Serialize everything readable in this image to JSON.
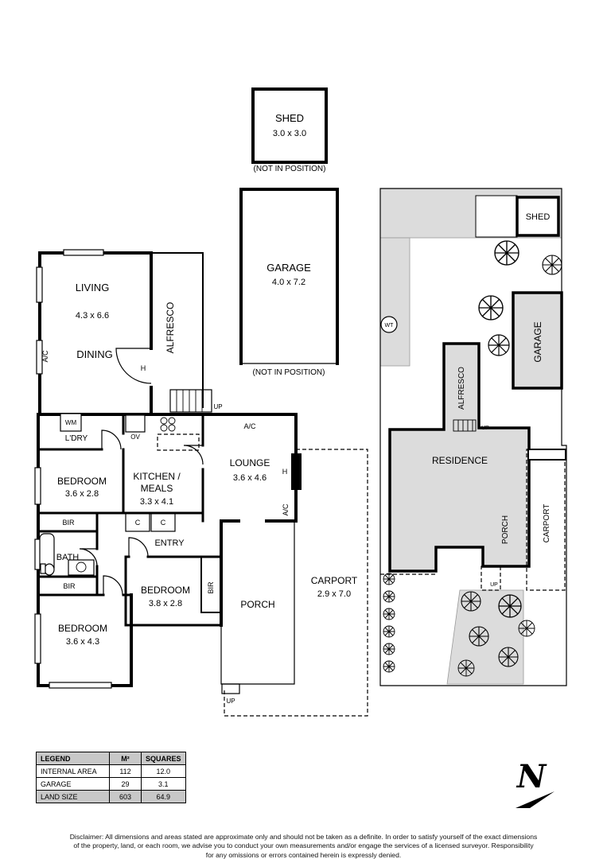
{
  "colors": {
    "wall": "#000000",
    "site_fill": "#dcdcdc",
    "legend_header_bg": "#c8c8c8"
  },
  "top_shed": {
    "label": "SHED",
    "dims": "3.0 x 3.0",
    "note": "(NOT IN POSITION)"
  },
  "top_garage": {
    "label": "GARAGE",
    "dims": "4.0 x 7.2",
    "note": "(NOT IN POSITION)"
  },
  "floorplan": {
    "living": {
      "label": "LIVING",
      "dims": "4.3 x 6.6"
    },
    "dining": {
      "label": "DINING"
    },
    "alfresco": {
      "label": "ALFRESCO"
    },
    "laundry": {
      "label": "L'DRY"
    },
    "wm": {
      "label": "WM"
    },
    "ov": {
      "label": "OV"
    },
    "up": {
      "label": "UP"
    },
    "ac": {
      "label": "A/C"
    },
    "h": {
      "label": "H"
    },
    "bedroom1": {
      "label": "BEDROOM",
      "dims": "3.6 x 2.8"
    },
    "kitchen": {
      "label_line1": "KITCHEN /",
      "label_line2": "MEALS",
      "dims": "3.3 x 4.1"
    },
    "lounge": {
      "label": "LOUNGE",
      "dims": "3.6 x 4.6"
    },
    "bir": {
      "label": "BIR"
    },
    "closet": {
      "label": "C"
    },
    "bath": {
      "label": "BATH"
    },
    "entry": {
      "label": "ENTRY"
    },
    "bedroom2": {
      "label": "BEDROOM",
      "dims": "3.8 x 2.8"
    },
    "porch": {
      "label": "PORCH"
    },
    "bedroom3": {
      "label": "BEDROOM",
      "dims": "3.6 x 4.3"
    },
    "carport": {
      "label": "CARPORT",
      "dims": "2.9 x 7.0"
    }
  },
  "siteplan": {
    "shed": {
      "label": "SHED"
    },
    "garage": {
      "label": "GARAGE"
    },
    "alfresco": {
      "label": "ALFRESCO"
    },
    "residence": {
      "label": "RESIDENCE"
    },
    "porch": {
      "label": "PORCH"
    },
    "carport": {
      "label": "CARPORT"
    },
    "water_tank": {
      "label": "WT"
    },
    "up": {
      "label": "UP"
    }
  },
  "legend": {
    "headers": [
      "LEGEND",
      "M²",
      "SQUARES"
    ],
    "rows": [
      {
        "label": "INTERNAL AREA",
        "m2": "112",
        "squares": "12.0"
      },
      {
        "label": "GARAGE",
        "m2": "29",
        "squares": "3.1"
      },
      {
        "label": "LAND SIZE",
        "m2": "603",
        "squares": "64.9"
      }
    ]
  },
  "north": {
    "label": "N"
  },
  "disclaimer": {
    "line1": "Disclaimer: All dimensions and areas stated are approximate only and should not be taken as a definite. In order to satisfy yourself of the exact dimensions",
    "line2": "of the property, land, or each room, we advise you to conduct your own measurements and/or engage the services of a licensed surveyor. Responsibility",
    "line3": "for any omissions or errors contained herein is expressly denied."
  }
}
